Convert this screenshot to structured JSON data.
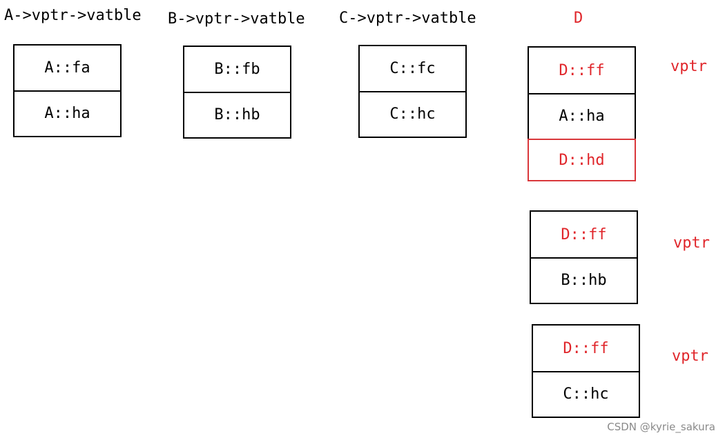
{
  "headers": {
    "a": "A->vptr->vatble",
    "b": "B->vptr->vatble",
    "c": "C->vptr->vatble",
    "d": "D"
  },
  "tables": {
    "a": [
      "A::fa",
      "A::ha"
    ],
    "b": [
      "B::fb",
      "B::hb"
    ],
    "c": [
      "C::fc",
      "C::hc"
    ],
    "d1": [
      "D::ff",
      "A::ha",
      "D::hd"
    ],
    "d2": [
      "D::ff",
      "B::hb"
    ],
    "d3": [
      "D::ff",
      "C::hc"
    ]
  },
  "vptr_labels": {
    "d1": "vptr",
    "d2": "vptr",
    "d3": "vptr"
  },
  "watermark": "CSDN @kyrie_sakura",
  "colors": {
    "highlight": "#e0262b",
    "border": "#000000"
  }
}
